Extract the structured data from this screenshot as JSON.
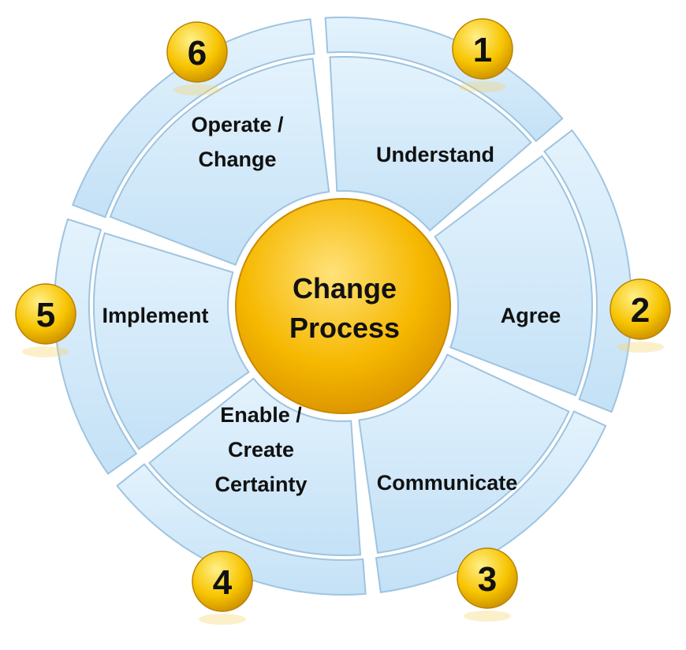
{
  "center": {
    "line1": "Change",
    "line2": "Process"
  },
  "steps": [
    {
      "number": "1",
      "lines": [
        "Understand"
      ]
    },
    {
      "number": "2",
      "lines": [
        "Agree"
      ]
    },
    {
      "number": "3",
      "lines": [
        "Communicate"
      ]
    },
    {
      "number": "4",
      "lines": [
        "Enable /",
        "Create",
        "Certainty"
      ]
    },
    {
      "number": "5",
      "lines": [
        "Implement"
      ]
    },
    {
      "number": "6",
      "lines": [
        "Operate /",
        "Change"
      ]
    }
  ],
  "colors": {
    "segment": "#cfe8fa",
    "segment_edge": "#9fc4e0",
    "center": "#f5b400",
    "badge": "#f7c400"
  }
}
